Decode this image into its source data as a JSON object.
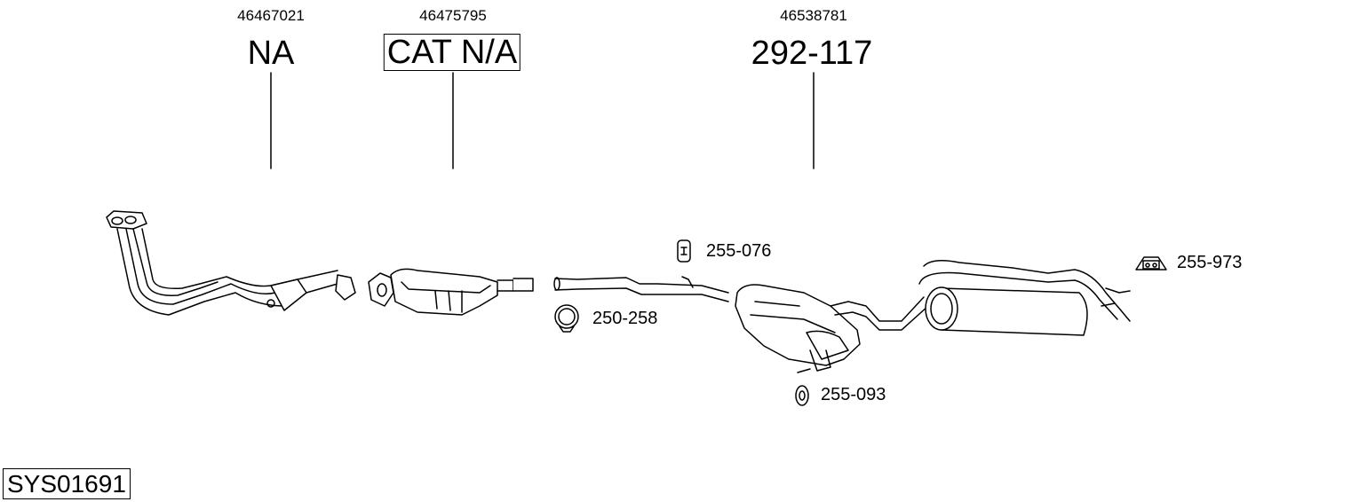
{
  "parts": [
    {
      "oem": "46467021",
      "code": "NA",
      "boxed": false
    },
    {
      "oem": "46475795",
      "code": "CAT N/A",
      "boxed": true
    },
    {
      "oem": "46538781",
      "code": "292-117",
      "boxed": false
    }
  ],
  "accessories": [
    {
      "code": "255-076",
      "icon": "rubber-hanger-icon"
    },
    {
      "code": "250-258",
      "icon": "clamp-icon"
    },
    {
      "code": "255-973",
      "icon": "mounting-bracket-icon"
    },
    {
      "code": "255-093",
      "icon": "rubber-ring-icon"
    }
  ],
  "system_id": "SYS01691"
}
